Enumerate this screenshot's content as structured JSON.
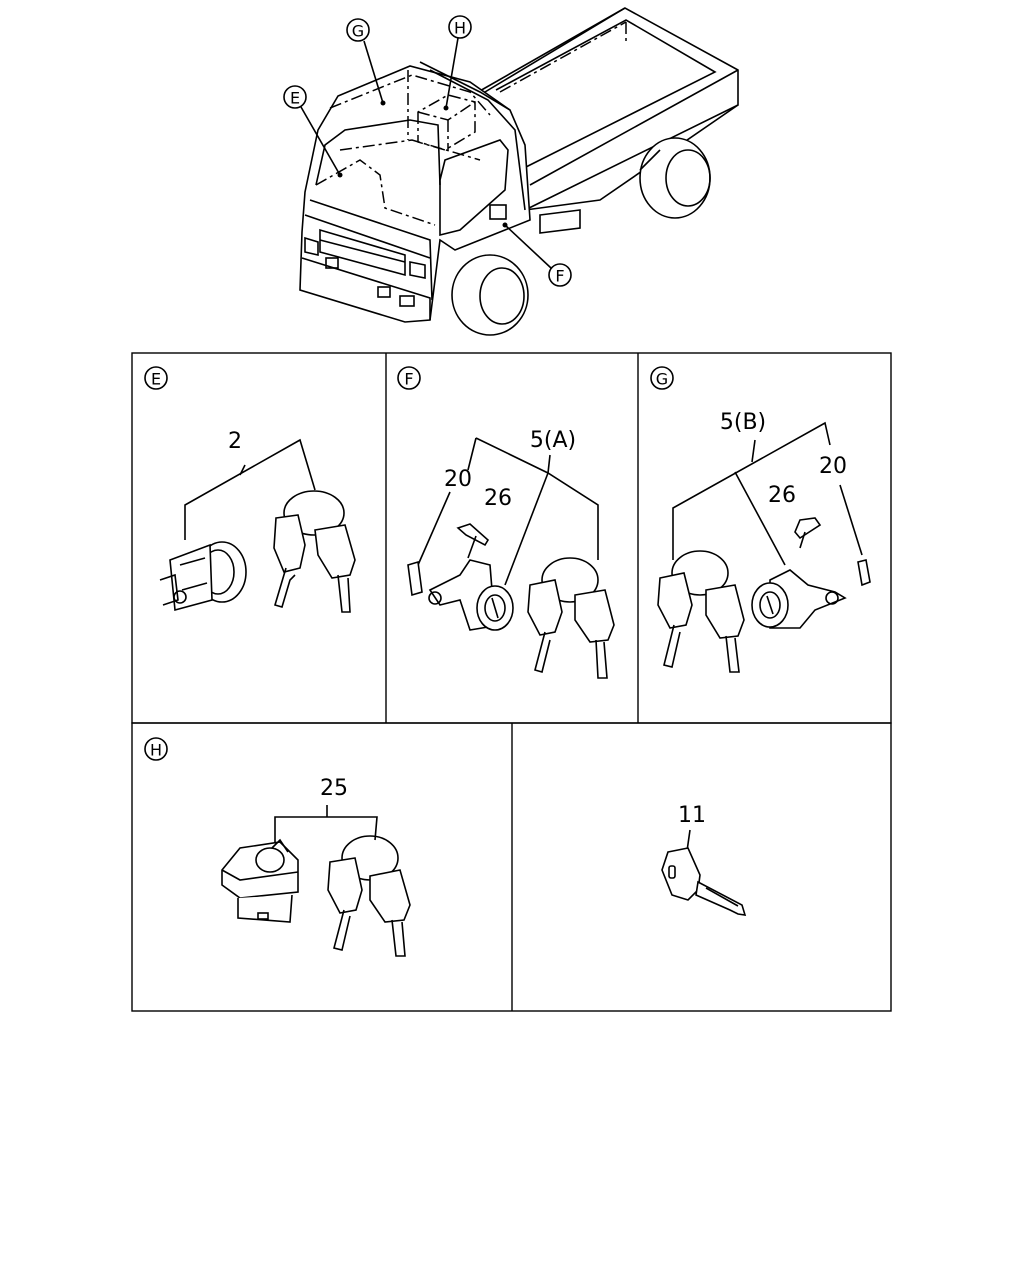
{
  "callouts": {
    "G": "G",
    "H": "H",
    "E": "E",
    "F": "F"
  },
  "panels": {
    "E": {
      "letter": "E",
      "parts": [
        "2"
      ]
    },
    "F": {
      "letter": "F",
      "parts": [
        "5(A)",
        "20",
        "26"
      ]
    },
    "G": {
      "letter": "G",
      "parts": [
        "5(B)",
        "26",
        "20"
      ]
    },
    "H": {
      "letter": "H",
      "parts": [
        "25"
      ]
    },
    "key": {
      "parts": [
        "11"
      ]
    }
  }
}
